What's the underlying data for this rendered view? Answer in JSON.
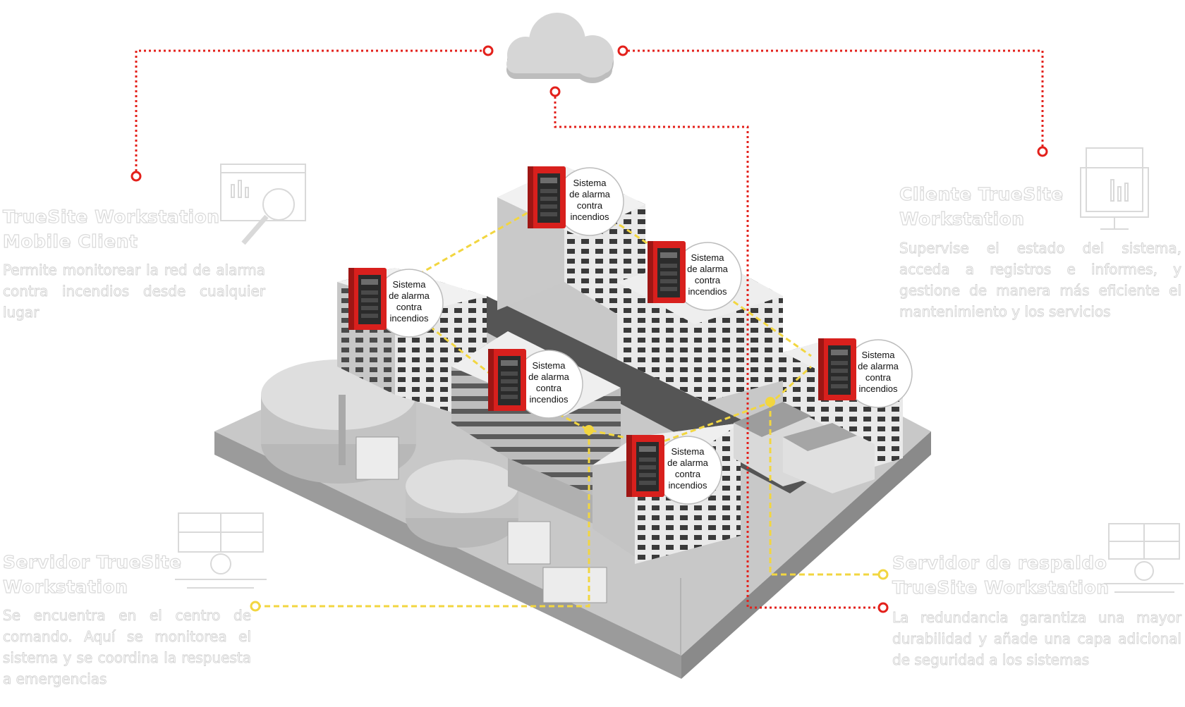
{
  "panel_label": [
    "Sistema",
    "de alarma",
    "contra",
    "incendios"
  ],
  "nodes": {
    "mobile_client": {
      "title": [
        "TrueSite Workstation",
        "Mobile Client"
      ],
      "description": "Permite monitorear la red de alarma contra incendios desde cualquier lugar",
      "icon": "analytics-magnifier-icon"
    },
    "client": {
      "title": [
        "Cliente TrueSite",
        "Workstation"
      ],
      "description": "Supervise el estado del sistema, acceda a registros e informes, y gestione de manera más eficiente el mantenimiento y los servicios",
      "icon": "monitor-chart-icon"
    },
    "server": {
      "title": [
        "Servidor TrueSite",
        "Workstation"
      ],
      "description": "Se encuentra en el centro de comando. Aquí se monitorea el sistema y se coordina la respuesta a emergencias",
      "icon": "operator-desk-icon"
    },
    "backup_server": {
      "title": [
        "Servidor de respaldo",
        "TrueSite Workstation"
      ],
      "description": "La redundancia garantiza una mayor durabilidad y añade una capa adicional de seguridad a los sistemas",
      "icon": "operator-desk-icon"
    }
  },
  "colors": {
    "network_red": "#e3201b",
    "network_yellow": "#f2d640",
    "panel_red": "#d8201d",
    "base_gray": "#c8c8c8",
    "cloud": "#cfcfcf",
    "ghost_text": "#d6d6d6"
  }
}
